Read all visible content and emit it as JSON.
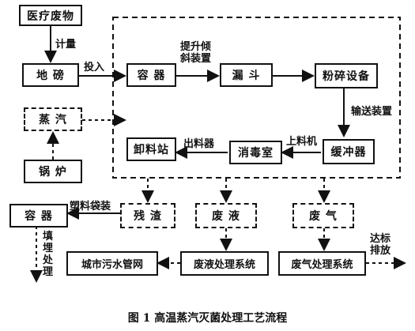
{
  "nodes": {
    "medical_waste": "医疗废物",
    "weighbridge": "地 磅",
    "steam": "蒸 汽",
    "boiler": "锅 炉",
    "container": "容 器",
    "hopper": "漏 斗",
    "crusher": "粉碎设备",
    "buffer": "缓冲器",
    "disinfection_room": "消毒室",
    "unloading_station": "卸料站",
    "residue": "残 渣",
    "waste_liquid": "废 液",
    "waste_gas": "废 气",
    "container2": "容 器",
    "sewer": "城市污水管网",
    "liquid_system": "废液处理系统",
    "gas_system": "废气处理系统"
  },
  "edge_labels": {
    "metering": "计量",
    "feed_in": "投入",
    "lift_tilt": "提升倾\n斜装置",
    "conveyor": "输送装置",
    "loader": "上料机",
    "discharger": "出料器",
    "plastic_bag": "塑料袋装",
    "landfill": "填埋处理",
    "emission": "达标\n排放"
  },
  "caption": "图 1   高温蒸汽灭菌处理工艺流程"
}
